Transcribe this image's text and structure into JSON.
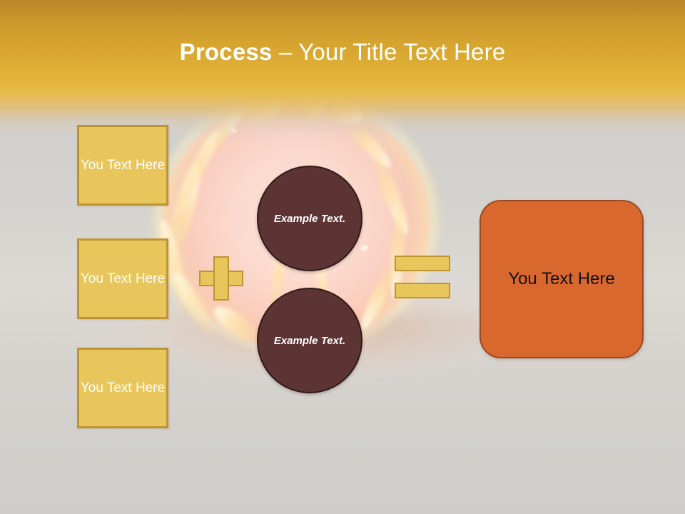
{
  "slide": {
    "title_bold": "Process",
    "title_rest": " – Your Title Text Here",
    "colors": {
      "header_gold": "#d7a52f",
      "background_gray": "#d2d0cc",
      "box_yellow": "#e8c65c",
      "box_yellow_border": "#bf9433",
      "circle_maroon": "#5c3433",
      "circle_border": "#31191a",
      "orange": "#d9682e",
      "orange_border": "#9c4a22",
      "title_text": "#ffffff",
      "orange_text": "#111111"
    }
  },
  "inputs": [
    {
      "label": "You Text Here"
    },
    {
      "label": "You Text Here"
    },
    {
      "label": "You Text Here"
    }
  ],
  "circles": [
    {
      "label": "Example Text."
    },
    {
      "label": "Example Text."
    }
  ],
  "operators": {
    "plus": "+",
    "equals": "="
  },
  "result": {
    "label": "You Text Here"
  }
}
